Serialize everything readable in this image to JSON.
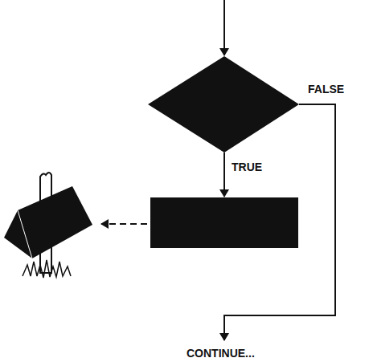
{
  "diagram": {
    "labels": [
      "FALSE",
      "TRUE",
      "CONTINUE..."
    ]
  }
}
